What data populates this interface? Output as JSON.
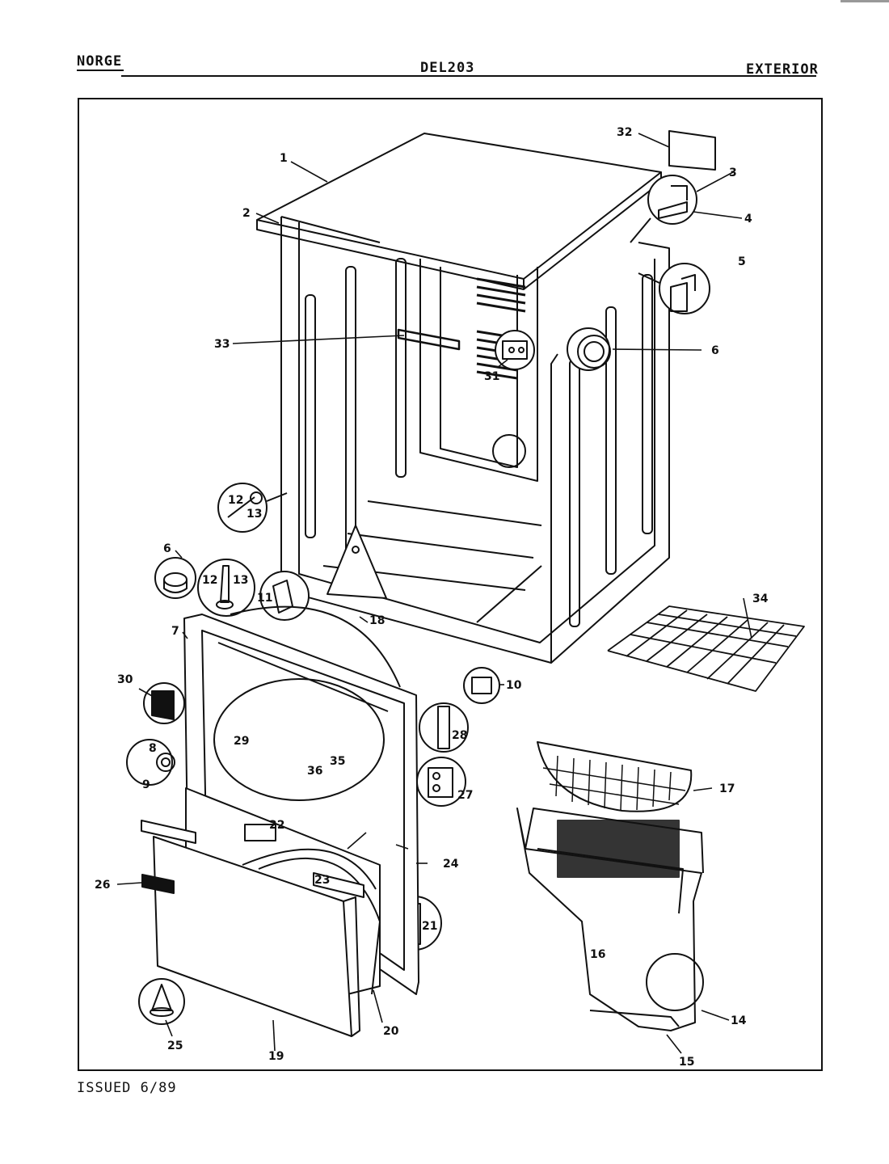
{
  "header": {
    "brand": "NORGE",
    "model": "DEL203",
    "section": "EXTERIOR"
  },
  "footer": {
    "issued": "ISSUED 6/89"
  },
  "callouts": [
    {
      "id": "1",
      "label": "1"
    },
    {
      "id": "2",
      "label": "2"
    },
    {
      "id": "3",
      "label": "3"
    },
    {
      "id": "4",
      "label": "4"
    },
    {
      "id": "5",
      "label": "5"
    },
    {
      "id": "6a",
      "label": "6"
    },
    {
      "id": "6b",
      "label": "6"
    },
    {
      "id": "7",
      "label": "7"
    },
    {
      "id": "8",
      "label": "8"
    },
    {
      "id": "9",
      "label": "9"
    },
    {
      "id": "10",
      "label": "10"
    },
    {
      "id": "11",
      "label": "11"
    },
    {
      "id": "12a",
      "label": "12"
    },
    {
      "id": "13a",
      "label": "13"
    },
    {
      "id": "12b",
      "label": "12"
    },
    {
      "id": "13b",
      "label": "13"
    },
    {
      "id": "14",
      "label": "14"
    },
    {
      "id": "15",
      "label": "15"
    },
    {
      "id": "16",
      "label": "16"
    },
    {
      "id": "17",
      "label": "17"
    },
    {
      "id": "18",
      "label": "18"
    },
    {
      "id": "19",
      "label": "19"
    },
    {
      "id": "20",
      "label": "20"
    },
    {
      "id": "21",
      "label": "21"
    },
    {
      "id": "22",
      "label": "22"
    },
    {
      "id": "23",
      "label": "23"
    },
    {
      "id": "24",
      "label": "24"
    },
    {
      "id": "25",
      "label": "25"
    },
    {
      "id": "26",
      "label": "26"
    },
    {
      "id": "27",
      "label": "27"
    },
    {
      "id": "28",
      "label": "28"
    },
    {
      "id": "29",
      "label": "29"
    },
    {
      "id": "30",
      "label": "30"
    },
    {
      "id": "31",
      "label": "31"
    },
    {
      "id": "32",
      "label": "32"
    },
    {
      "id": "33",
      "label": "33"
    },
    {
      "id": "34",
      "label": "34"
    },
    {
      "id": "35",
      "label": "35"
    },
    {
      "id": "36",
      "label": "36"
    }
  ]
}
